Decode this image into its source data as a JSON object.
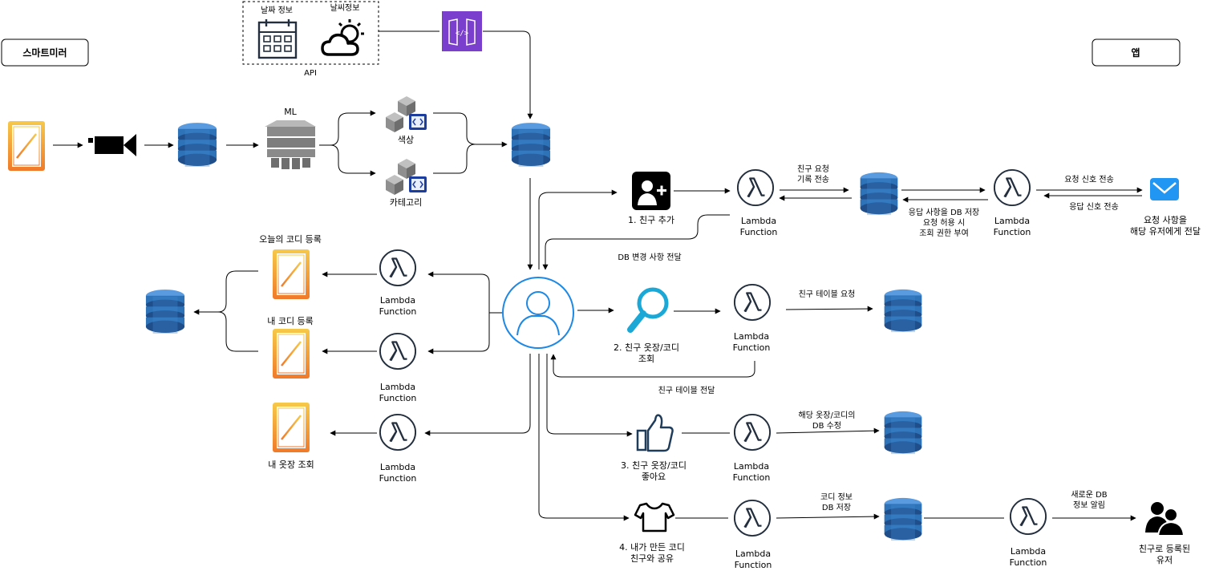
{
  "colors": {
    "db_blue": "#2e73b8",
    "db_dark": "#1f4e8a",
    "ml_gray": "#8a8a8a",
    "api_purple": "#7a3fcc",
    "mirror_orange": "#f07a2a",
    "mirror_yellow": "#f6c94a",
    "user_blue": "#1e88e5",
    "search_cyan": "#1ba8d6",
    "mail_blue": "#2196f3",
    "like_navy": "#1f3c5a"
  },
  "buttons": {
    "mirror": "스마트미러",
    "app": "앱"
  },
  "api": {
    "date_label": "날짜 정보",
    "weather_label": "날씨정보",
    "group_label": "API"
  },
  "ml": {
    "label": "ML",
    "color_label": "색상",
    "category_label": "카테고리"
  },
  "lambda": {
    "line1": "Lambda",
    "line2": "Function"
  },
  "friend_add": {
    "label": "1. 친구 추가",
    "record_line1": "친구 요청",
    "record_line2": "기록 전송",
    "db_change": "DB 변경 사항 전달",
    "resp_line1": "응답 사항을 DB 저장",
    "resp_line2": "요청 허용 시",
    "resp_line3": "조회 권한 부여",
    "signal_send": "요청 신호 전송",
    "signal_resp": "응답 신호 전송",
    "notify_line1": "요청 사항을",
    "notify_line2": "해당 유저에게 전달"
  },
  "search": {
    "label_line1": "2. 친구 옷장/코디",
    "label_line2": "조회",
    "table_request": "친구 테이블 요청",
    "table_deliver": "친구 테이블 전달"
  },
  "like": {
    "label_line1": "3. 친구 옷장/코디",
    "label_line2": "좋아요",
    "edit_line1": "해당 옷장/코디의",
    "edit_line2": "DB 수정"
  },
  "share": {
    "label_line1": "4. 내가 만든 코디",
    "label_line2": "친구와 공유",
    "save_line1": "코디 정보",
    "save_line2": "DB 저장",
    "notify_line1": "새로운 DB",
    "notify_line2": "정보 알림",
    "user_line1": "친구로 등록된",
    "user_line2": "유저"
  },
  "mirror_outputs": {
    "today": "오늘의 코디 등록",
    "mine": "내 코디 등록",
    "closet": "내 옷장 조회"
  }
}
